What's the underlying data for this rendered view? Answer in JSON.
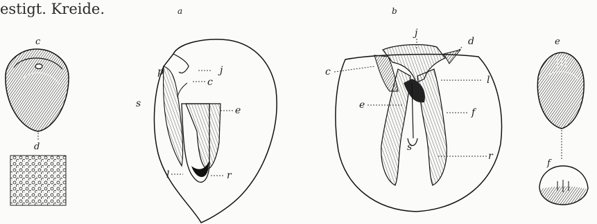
{
  "header": {
    "text": "estigt.   Kreide."
  },
  "figures": {
    "a": {
      "caption": "a",
      "labels": {
        "p": "p",
        "j": "j",
        "c": "c",
        "s": "s",
        "e": "e",
        "l": "l",
        "r": "r"
      }
    },
    "b": {
      "caption": "b",
      "labels": {
        "j": "j",
        "d": "d",
        "c": "c",
        "l": "l",
        "e": "e",
        "f": "f",
        "s": "s",
        "r": "r"
      }
    },
    "left": {
      "top_label": "c",
      "bottom_label": "d"
    },
    "right": {
      "top_label": "e",
      "bottom_label": "f"
    }
  }
}
